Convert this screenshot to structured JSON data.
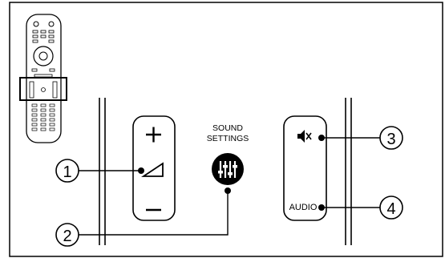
{
  "callouts": {
    "c1": "1",
    "c2": "2",
    "c3": "3",
    "c4": "4"
  },
  "labels": {
    "sound_line1": "SOUND",
    "sound_line2": "SETTINGS",
    "audio": "AUDIO"
  },
  "icons": {
    "plus": "plus-icon",
    "minus": "minus-icon",
    "volume": "volume-wedge-icon",
    "sound_settings": "equalizer-sliders-icon",
    "mute": "mute-speaker-icon"
  }
}
